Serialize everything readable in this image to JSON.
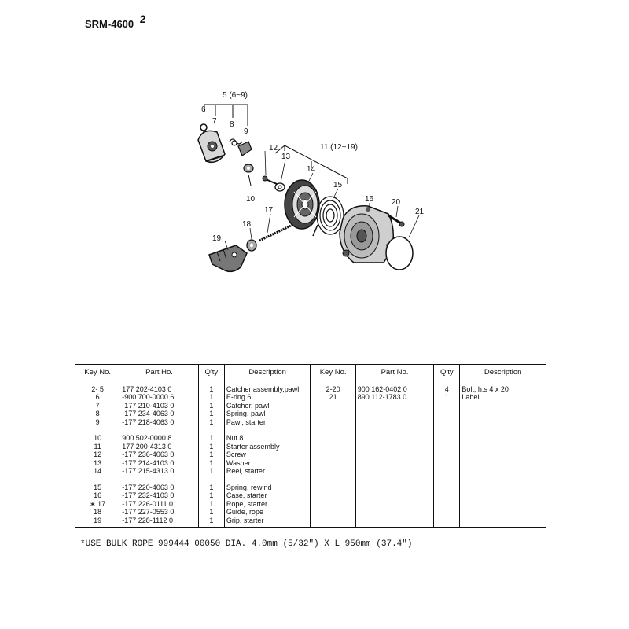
{
  "header": {
    "doc_id": "SRM-4600",
    "page": "2"
  },
  "diagram": {
    "callouts": {
      "c5": "5 (6~9)",
      "c6": "6",
      "c7": "7",
      "c8": "8",
      "c9": "9",
      "c10": "10",
      "c11": "11 (12~19)",
      "c12": "12",
      "c13": "13",
      "c14": "14",
      "c15": "15",
      "c16": "16",
      "c17": "17",
      "c18": "18",
      "c19": "19",
      "c20": "20",
      "c21": "21"
    }
  },
  "table": {
    "headers": {
      "key_no": "Key No.",
      "part_no_left": "Part Ho.",
      "qty": "Q'ty",
      "description": "Description",
      "key_no_right": "Key No.",
      "part_no_right": "Part No.",
      "qty_right": "Q'ty",
      "description_right": "Description"
    },
    "rows": [
      [
        "2- 5",
        "177  202-4103  0",
        "1",
        "Catcher assembly,pawl",
        "2-20",
        "900  162-0402  0",
        "4",
        "Bolt, h.s  4 x 20"
      ],
      [
        "6",
        "-900  700-0000  6",
        "1",
        "E-ring 6",
        "21",
        "890  112-1783  0",
        "1",
        "Label"
      ],
      [
        "7",
        "-177  210-4103  0",
        "1",
        "Catcher, pawl",
        "",
        "",
        "",
        ""
      ],
      [
        "8",
        "-177  234-4063  0",
        "1",
        "Spring, pawl",
        "",
        "",
        "",
        ""
      ],
      [
        "9",
        "-177  218-4063  0",
        "1",
        "Pawl, starter",
        "",
        "",
        "",
        ""
      ],
      [
        "",
        "",
        "",
        "",
        "",
        "",
        "",
        ""
      ],
      [
        "10",
        "900  502-0000  8",
        "1",
        "Nut 8",
        "",
        "",
        "",
        ""
      ],
      [
        "11",
        "177  200-4313  0",
        "1",
        "Starter assembly",
        "",
        "",
        "",
        ""
      ],
      [
        "12",
        "-177  236-4063  0",
        "1",
        "Screw",
        "",
        "",
        "",
        ""
      ],
      [
        "13",
        "-177  214-4103  0",
        "1",
        "Washer",
        "",
        "",
        "",
        ""
      ],
      [
        "14",
        "-177  215-4313  0",
        "1",
        "Reel, starter",
        "",
        "",
        "",
        ""
      ],
      [
        "",
        "",
        "",
        "",
        "",
        "",
        "",
        ""
      ],
      [
        "15",
        "-177  220-4063  0",
        "1",
        "Spring, rewind",
        "",
        "",
        "",
        ""
      ],
      [
        "16",
        "-177  232-4103  0",
        "1",
        "Case, starter",
        "",
        "",
        "",
        ""
      ],
      [
        "∗ 17",
        "-177  226-0111  0",
        "1",
        "Rope, starter",
        "",
        "",
        "",
        ""
      ],
      [
        "18",
        "-177  227-0553  0",
        "1",
        "Guide, rope",
        "",
        "",
        "",
        ""
      ],
      [
        "19",
        "-177  228-1112  0",
        "1",
        "Grip, starter",
        "",
        "",
        "",
        ""
      ]
    ]
  },
  "footnote": "*USE BULK ROPE 999444 00050 DIA. 4.0mm (5/32\") X L 950mm (37.4\")"
}
